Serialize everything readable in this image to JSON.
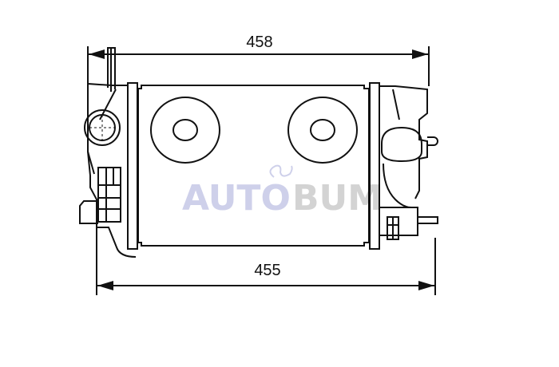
{
  "drawing": {
    "subject": "intercooler",
    "dimensions": {
      "top_width": "458",
      "bottom_width": "455"
    },
    "watermark": {
      "part1": "AUTO",
      "part2": "BUM",
      "color1": "#c9cbe8",
      "color2": "#d0d0d0"
    }
  }
}
